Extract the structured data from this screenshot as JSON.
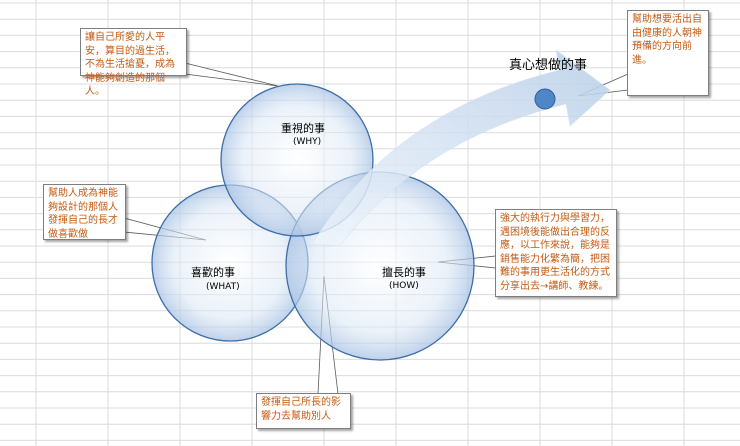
{
  "circles": {
    "top": {
      "title": "重視的事",
      "subtitle": "(WHY)"
    },
    "left": {
      "title": "喜歡的事",
      "subtitle": "(WHAT)"
    },
    "right": {
      "title": "擅長的事",
      "subtitle": "(HOW)"
    }
  },
  "goal": {
    "label": "真心想做的事"
  },
  "callouts": {
    "top_left": "讓自己所愛的人平安，算目的過生活，不為生活搶憂，成為神能夠創造的那個人。",
    "left": "幫助人成為神能夠設計的那個人發揮自己的長才做喜歡做",
    "top_right": "幫助想要活出自由健康的人朝神預備的方向前進。",
    "right": "強大的執行力與學習力，遇困境後能做出合理的反應，以工作來說，能夠是銷售能力化繁為簡，把困難的事用更生活化的方式分享出去→講師、教練。",
    "bottom": "發揮自己所長的影響力去幫助別人"
  },
  "colors": {
    "circle_stroke": "#3d6ea8",
    "circle_fill_center": "#ffffff",
    "circle_fill_edge": "#a9c3e4",
    "arrow_fill": "#c6d8ee",
    "goal_dot": "#4f86c6",
    "callout_text": "#c55a11",
    "grid_line": "#dcdcdc"
  }
}
